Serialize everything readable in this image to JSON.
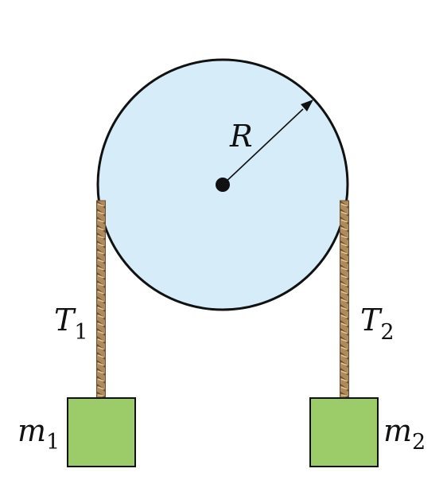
{
  "pulley": {
    "radius_label": "R"
  },
  "tensions": {
    "left": {
      "symbol": "T",
      "subscript": "1"
    },
    "right": {
      "symbol": "T",
      "subscript": "2"
    }
  },
  "masses": {
    "left": {
      "symbol": "m",
      "subscript": "1"
    },
    "right": {
      "symbol": "m",
      "subscript": "2"
    }
  },
  "colors": {
    "pulley_fill": "#d6ecf8",
    "outline": "#111111",
    "rope_base": "#b08a5c",
    "rope_light": "#e2c79a",
    "rope_dark": "#6e5030",
    "block_fill": "#9ccc6a"
  }
}
